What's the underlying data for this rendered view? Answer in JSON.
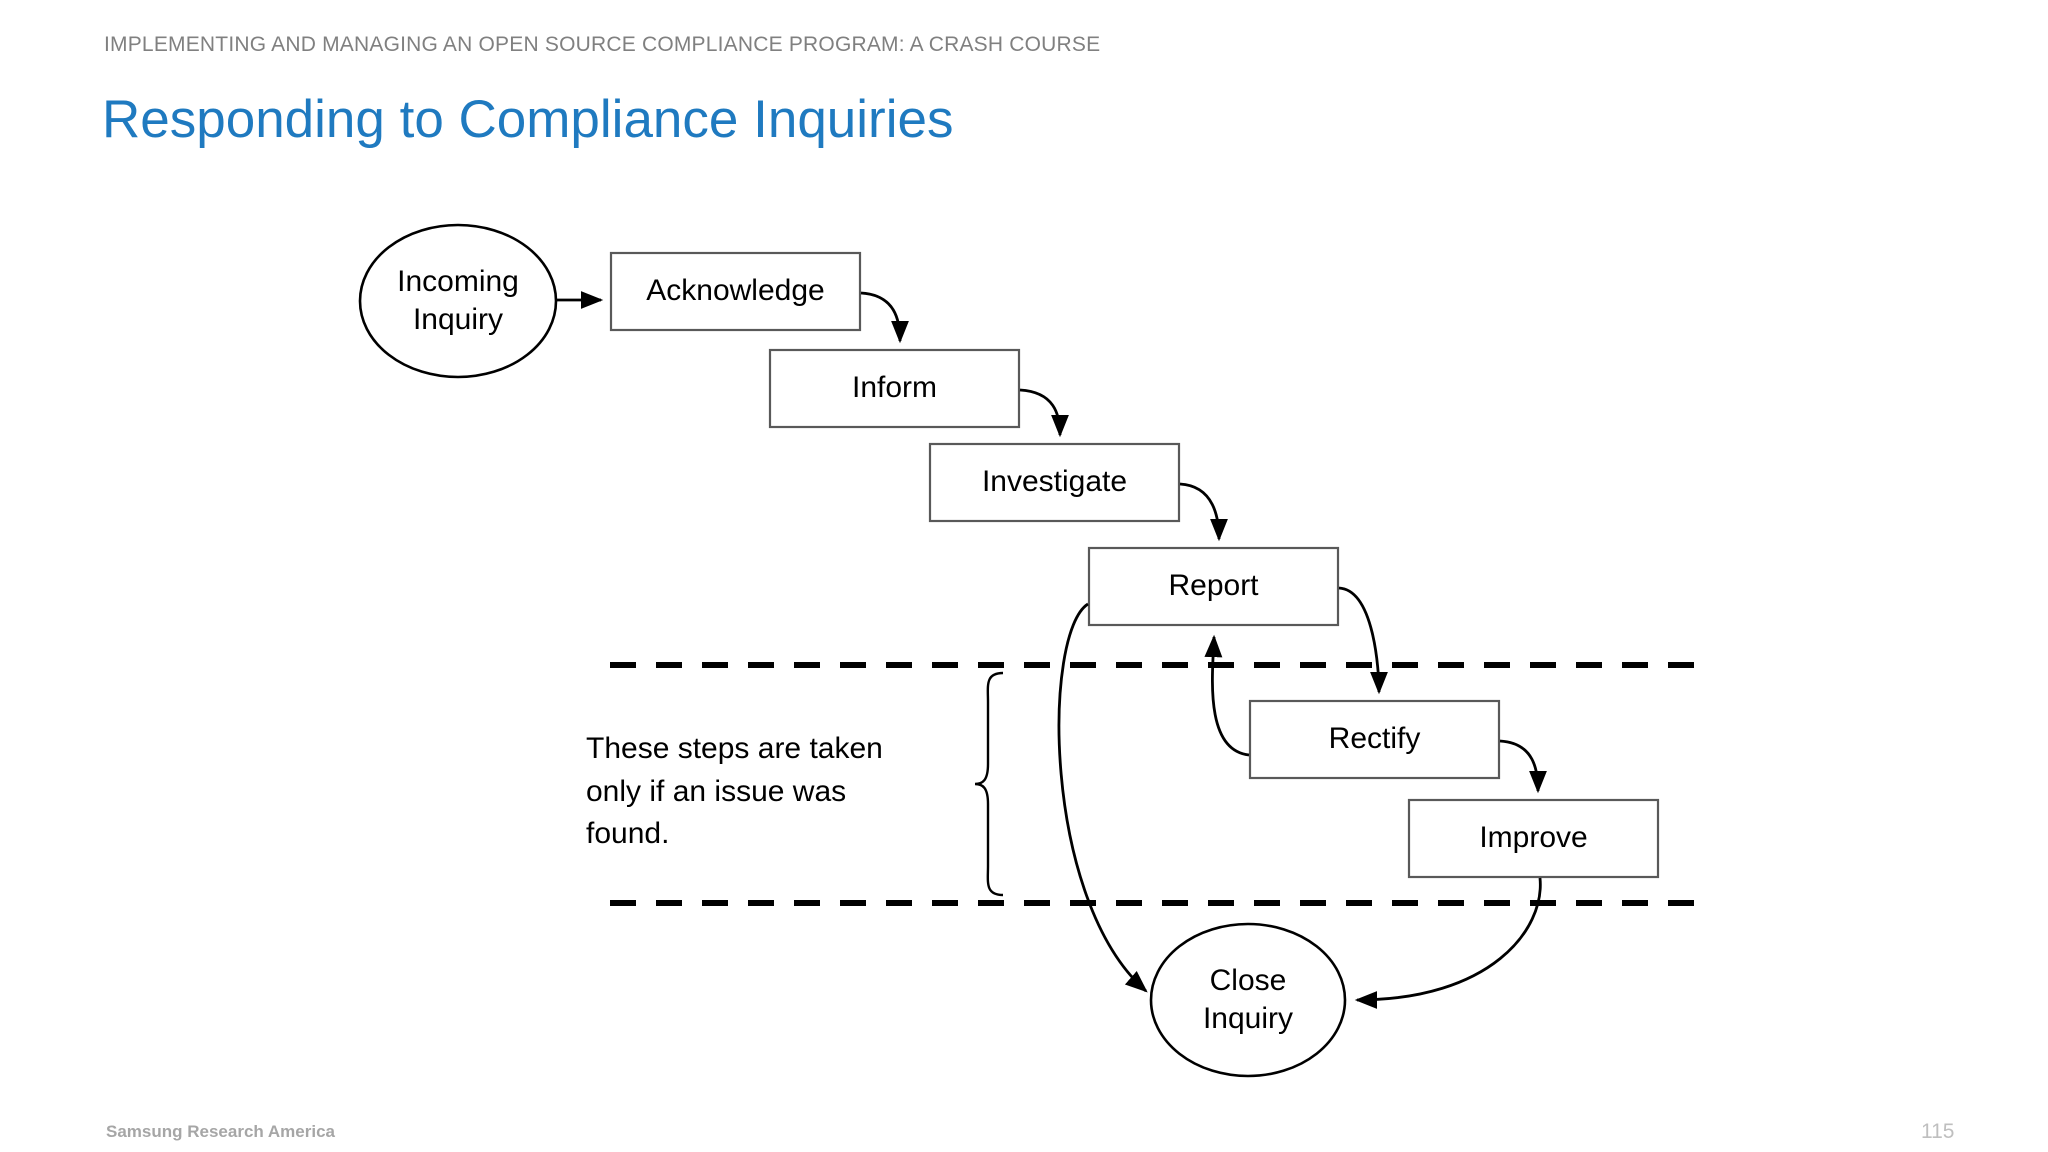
{
  "slide": {
    "eyebrow": "IMPLEMENTING AND MANAGING AN OPEN SOURCE COMPLIANCE PROGRAM: A CRASH COURSE",
    "title": "Responding to Compliance Inquiries",
    "footer_brand": "Samsung Research America",
    "page_number": "115",
    "title_color": "#1f7ac0",
    "eyebrow_color": "#808080",
    "footer_color": "#a6a6a6",
    "stroke_color": "#000000",
    "box_stroke_color": "#595959",
    "background": "#ffffff"
  },
  "diagram": {
    "type": "flowchart",
    "nodes": [
      {
        "id": "incoming-inquiry",
        "shape": "ellipse",
        "label": "Incoming\nInquiry",
        "line1": "Incoming",
        "line2": "Inquiry"
      },
      {
        "id": "acknowledge",
        "shape": "rectangle",
        "label": "Acknowledge"
      },
      {
        "id": "inform",
        "shape": "rectangle",
        "label": "Inform"
      },
      {
        "id": "investigate",
        "shape": "rectangle",
        "label": "Investigate"
      },
      {
        "id": "report",
        "shape": "rectangle",
        "label": "Report"
      },
      {
        "id": "rectify",
        "shape": "rectangle",
        "label": "Rectify"
      },
      {
        "id": "improve",
        "shape": "rectangle",
        "label": "Improve"
      },
      {
        "id": "close-inquiry",
        "shape": "ellipse",
        "label": "Close\nInquiry",
        "line1": "Close",
        "line2": "Inquiry"
      }
    ],
    "edges": [
      {
        "from": "incoming-inquiry",
        "to": "acknowledge"
      },
      {
        "from": "acknowledge",
        "to": "inform"
      },
      {
        "from": "inform",
        "to": "investigate"
      },
      {
        "from": "investigate",
        "to": "report"
      },
      {
        "from": "report",
        "to": "rectify"
      },
      {
        "from": "rectify",
        "to": "improve"
      },
      {
        "from": "rectify",
        "to": "report"
      },
      {
        "from": "report",
        "to": "close-inquiry"
      },
      {
        "from": "improve",
        "to": "close-inquiry"
      }
    ],
    "annotation": {
      "line1": "These steps are taken",
      "line2": "only if an issue was",
      "line3": "found."
    },
    "dividers": [
      {
        "id": "upper-dashed-divider",
        "style": "dashed"
      },
      {
        "id": "lower-dashed-divider",
        "style": "dashed"
      }
    ],
    "brace": {
      "id": "conditional-scope-brace",
      "orientation": "left"
    }
  }
}
